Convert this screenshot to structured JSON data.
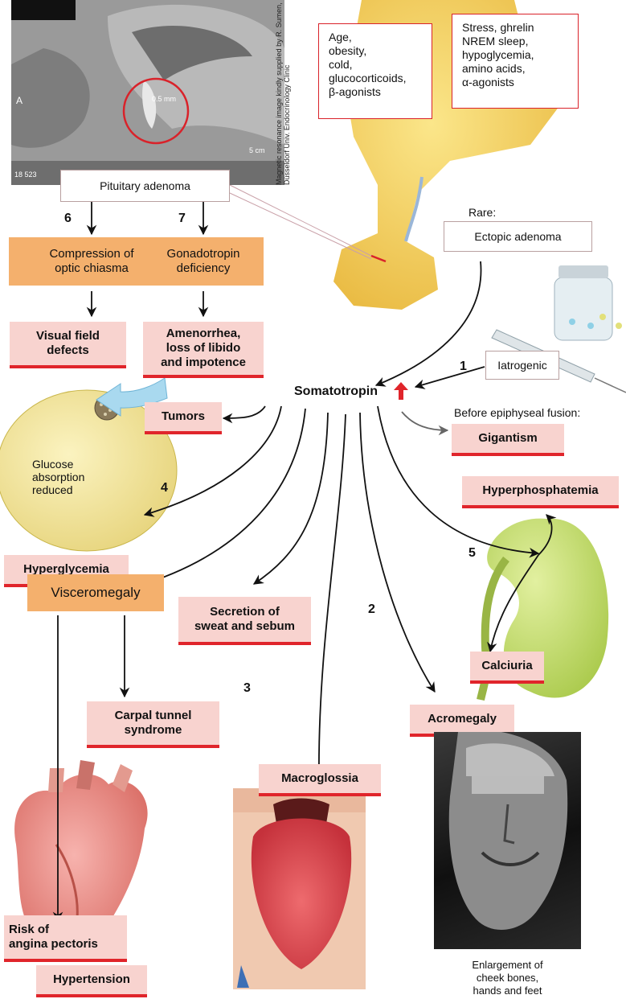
{
  "hormone": {
    "label": "Somatotropin",
    "arrow_color": "#e0252b"
  },
  "colors": {
    "pink_box": "#f8d3cf",
    "red_accent": "#e0252b",
    "orange_box": "#f4b06d",
    "gland": "#f5d15a"
  },
  "stimulators": {
    "text": "Age,\nobesity,\ncold,\nglucocorticoids,\nβ-agonists"
  },
  "inhibitors": {
    "text": "Stress, ghrelin\nNREM sleep,\nhypoglycemia,\namino acids,\nα-agonists"
  },
  "mri": {
    "scale_a": "A",
    "scale_measure": "0.5 mm",
    "scale_cm": "5 cm",
    "corner_code": "18 523",
    "credit": "Magnetic resonance image kindly supplied by R. Sumen, Düsseldorf Univ. Endocrinology Clinic"
  },
  "causes": {
    "pituitary_adenoma": "Pituitary adenoma",
    "rare_label": "Rare:",
    "ectopic_adenoma": "Ectopic adenoma",
    "iatrogenic": "Iatrogenic"
  },
  "numbers": {
    "n1": "1",
    "n2": "2",
    "n3": "3",
    "n4": "4",
    "n5": "5",
    "n6": "6",
    "n7": "7"
  },
  "effects": {
    "compression": "Compression of\noptic chiasma",
    "gonadotropin": "Gonadotropin\ndeficiency",
    "visual_field": "Visual field\ndefects",
    "amenorrhea": "Amenorrhea,\nloss of libido\nand impotence",
    "tumors": "Tumors",
    "before_fusion": "Before epiphyseal fusion:",
    "gigantism": "Gigantism",
    "glucose": "Glucose\nabsorption\nreduced",
    "hyperglycemia": "Hyperglycemia",
    "hyperphosphatemia": "Hyperphosphatemia",
    "visceromegaly": "Visceromegaly",
    "sweat": "Secretion of\nsweat and sebum",
    "calciuria": "Calciuria",
    "carpal": "Carpal tunnel\nsyndrome",
    "acromegaly": "Acromegaly",
    "macroglossia": "Macroglossia",
    "angina": "Risk of\nangina pectoris",
    "hypertension": "Hypertension",
    "enlargement": "Enlargement of\ncheek bones,\nhands and feet"
  }
}
